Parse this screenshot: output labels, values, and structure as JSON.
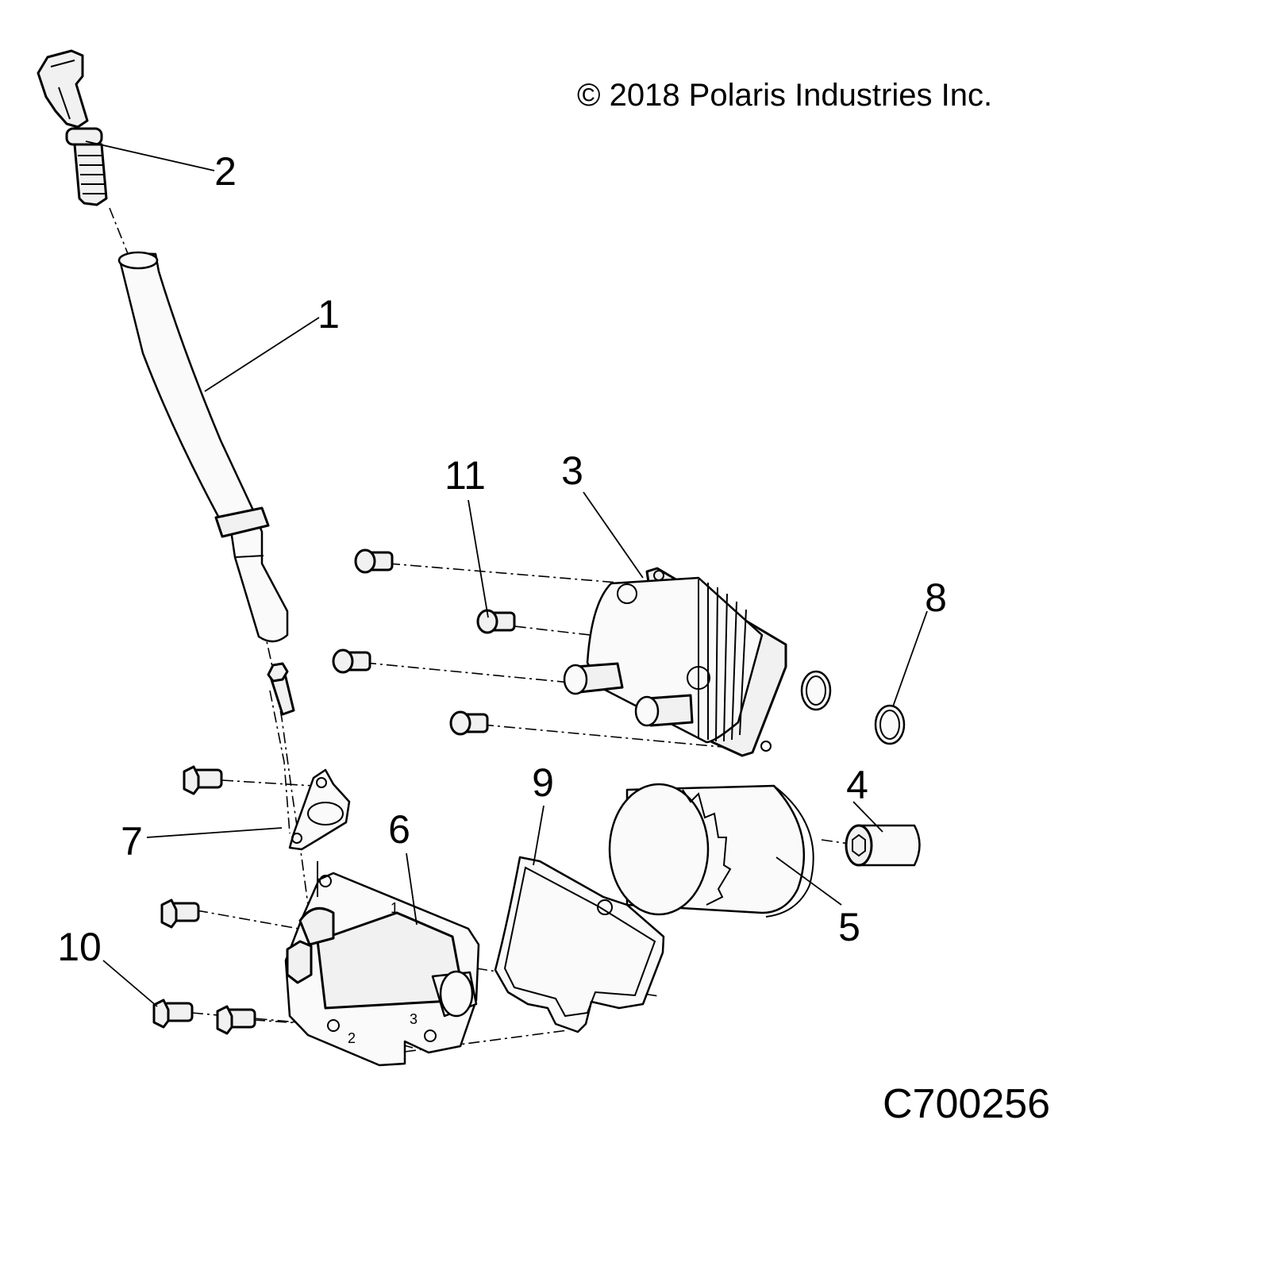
{
  "copyright": "© 2018 Polaris Industries Inc.",
  "drawing_code": "C700256",
  "callouts": {
    "c1": "1",
    "c2": "2",
    "c3": "3",
    "c4": "4",
    "c5": "5",
    "c6": "6",
    "c7": "7",
    "c8": "8",
    "c9": "9",
    "c10": "10",
    "c11": "11"
  },
  "housing_markings": {
    "m1": "1",
    "m2": "2",
    "m3": "3"
  }
}
